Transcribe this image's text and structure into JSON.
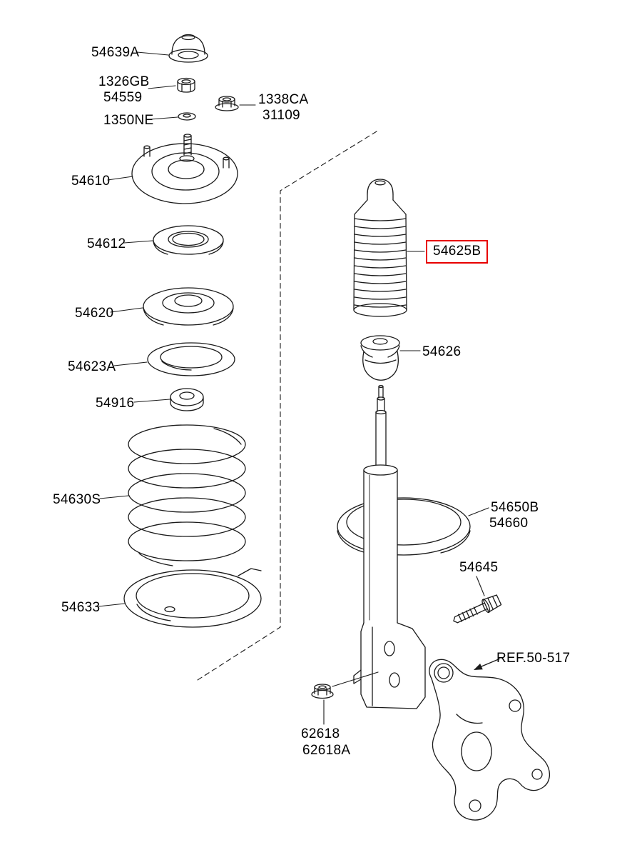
{
  "diagram": {
    "kind": "exploded-parts-diagram",
    "background": "#ffffff",
    "line_color": "#1a1a1a",
    "highlight_color": "#e80000",
    "highlighted_part": "54625B"
  },
  "parts": {
    "p54639A": "54639A",
    "p1326GB": "1326GB",
    "p54559": "54559",
    "p1338CA": "1338CA",
    "p31109": "31109",
    "p1350NE": "1350NE",
    "p54610": "54610",
    "p54612": "54612",
    "p54620": "54620",
    "p54623A": "54623A",
    "p54916": "54916",
    "p54630S": "54630S",
    "p54633": "54633",
    "p54625B": "54625B",
    "p54626": "54626",
    "p54650B": "54650B",
    "p54660": "54660",
    "p54645": "54645",
    "ref50_517": "REF.50-517",
    "p62618": "62618",
    "p62618A": "62618A"
  }
}
